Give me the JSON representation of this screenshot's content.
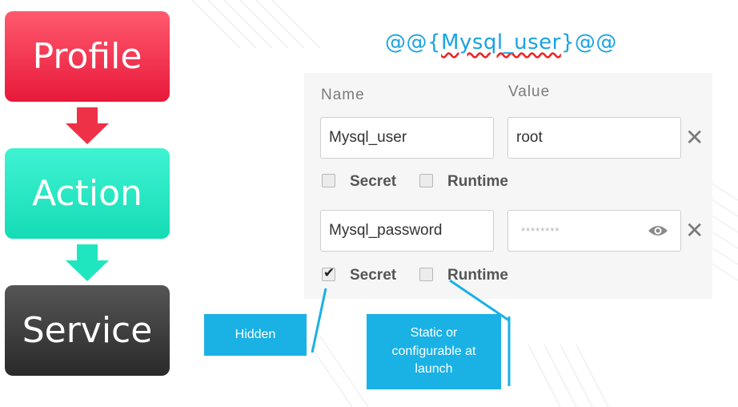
{
  "flow": {
    "profile": "Profile",
    "action": "Action",
    "service": "Service"
  },
  "variable_title": {
    "prefix": "@@{",
    "name": "Mysql_user",
    "suffix": "}@@"
  },
  "panel": {
    "name_header": "Name",
    "value_header": "Value",
    "rows": [
      {
        "name": "Mysql_user",
        "value": "root",
        "secret_label": "Secret",
        "runtime_label": "Runtime",
        "secret_checked": false,
        "runtime_checked": false
      },
      {
        "name": "Mysql_password",
        "value": "********",
        "secret_label": "Secret",
        "runtime_label": "Runtime",
        "secret_checked": true,
        "runtime_checked": false
      }
    ],
    "remove_glyph": "✕"
  },
  "callouts": {
    "hidden": "Hidden",
    "static": "Static or configurable at launch"
  },
  "colors": {
    "profile": "#e8193a",
    "action": "#15dcb6",
    "service": "#2a2a2a",
    "accent": "#1ab1e5",
    "title": "#1aa3e2"
  }
}
